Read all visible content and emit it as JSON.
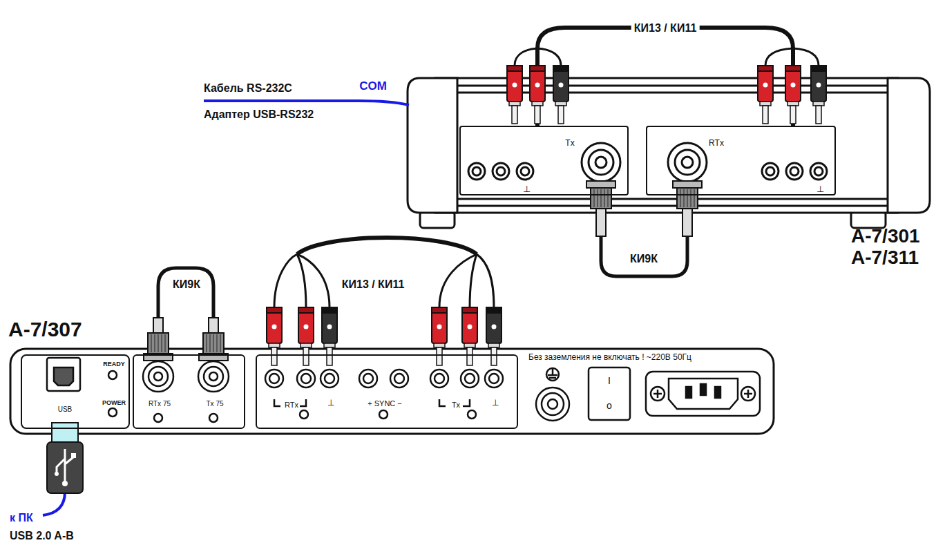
{
  "diagram": {
    "nodes": [
      {
        "text": [
          "A-7/301 A-7/311"
        ]
      },
      {
        "text": [
          "Tx",
          "⊥"
        ],
        "in": 0
      },
      {
        "text": [
          "RTx",
          "⊥"
        ],
        "in": 0
      },
      {
        "text": [
          "A-7/307"
        ]
      },
      {
        "text": [
          "READY",
          "POWER",
          "USB"
        ],
        "in": 3
      },
      {
        "text": [
          "RTx 75",
          "Tx 75"
        ],
        "in": 3
      },
      {
        "text": [
          "RTx",
          "⊥",
          "+ SYNC −",
          "Tx",
          "⊥"
        ],
        "in": 3
      }
    ],
    "edges": [
      {
        "from": 1,
        "to": 2,
        "arrow": "none",
        "label": "КИ13 / КИ11"
      },
      {
        "from": 1,
        "to": 2,
        "arrow": "none",
        "label": "КИ9К"
      }
    ],
    "labels": [
      "КИ9К",
      "КИ13 / КИ11",
      "Кабель RS-232C",
      "COM",
      "Адаптер USB-RS232",
      "Без заземления не включать ! ~220В 50Гц",
      "I",
      "o",
      "к ПК",
      "USB 2.0 A-B"
    ]
  }
}
